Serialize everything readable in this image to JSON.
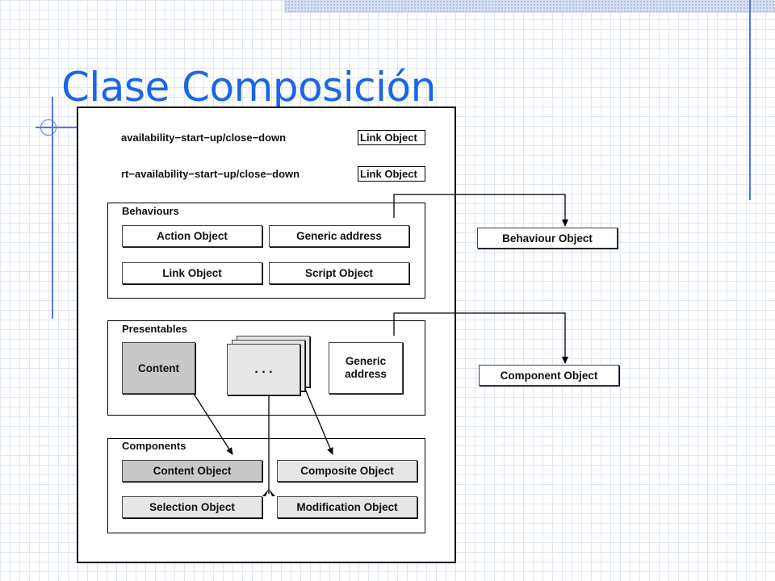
{
  "title": "Clase Composición",
  "diagram": {
    "rows": [
      {
        "label": "availability−start−up/close−down",
        "tag": "Link Object"
      },
      {
        "label": "rt−availability−start−up/close−down",
        "tag": "Link Object"
      }
    ],
    "behaviours": {
      "title": "Behaviours",
      "items": [
        "Action Object",
        "Generic address",
        "Link Object",
        "Script Object"
      ]
    },
    "presentables": {
      "title": "Presentables",
      "content": "Content",
      "ellipsis": ". . .",
      "generic": "Generic\naddress"
    },
    "components": {
      "title": "Components",
      "items": [
        "Content Object",
        "Composite Object",
        "Selection Object",
        "Modification Object"
      ]
    },
    "external": {
      "behaviour_object": "Behaviour Object",
      "component_object": "Component Object"
    }
  },
  "colors": {
    "title": "#1a66e6",
    "decoration": "#5577dd",
    "grey_fill": "#c8c8c8",
    "light_fill": "#e6e6e6"
  }
}
